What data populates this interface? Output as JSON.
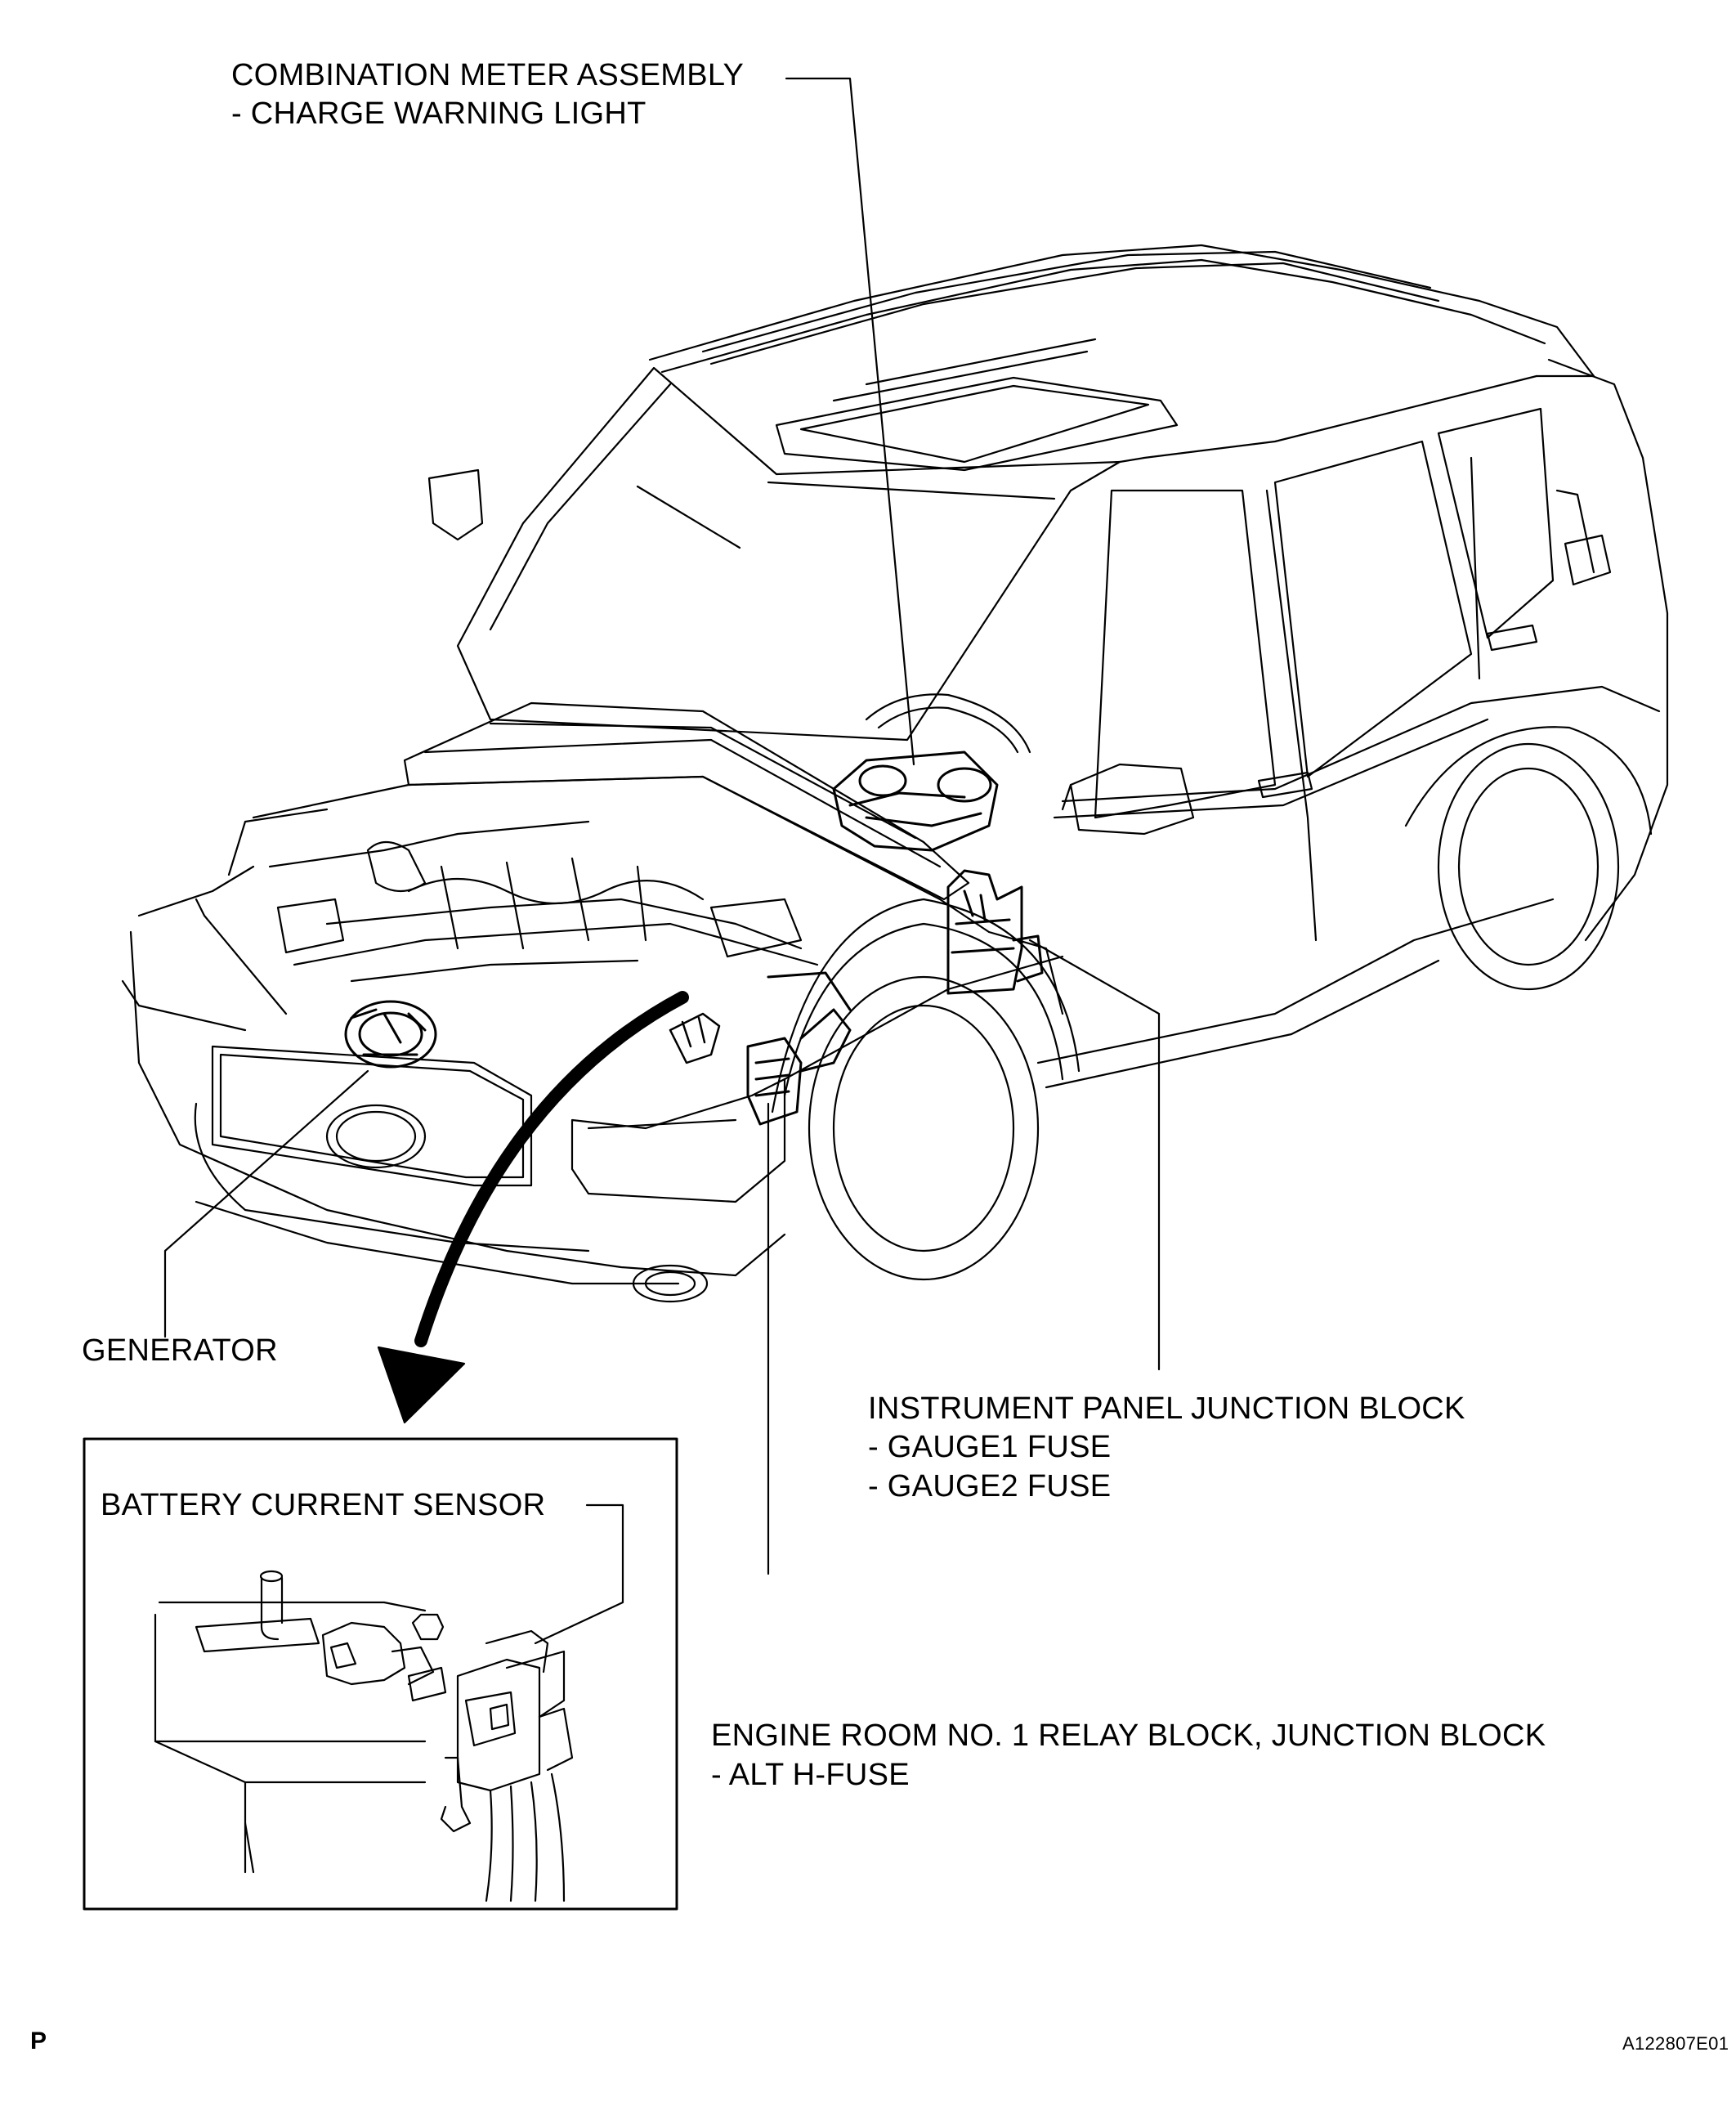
{
  "labels": {
    "combination_meter": {
      "title": "COMBINATION METER ASSEMBLY",
      "sub": "- CHARGE WARNING LIGHT"
    },
    "generator": {
      "title": "GENERATOR"
    },
    "instrument_panel_jb": {
      "title": "INSTRUMENT PANEL JUNCTION BLOCK",
      "sub1": "- GAUGE1 FUSE",
      "sub2": "- GAUGE2 FUSE"
    },
    "battery_sensor": {
      "title": "BATTERY CURRENT SENSOR"
    },
    "engine_room_rb": {
      "title": "ENGINE ROOM NO. 1 RELAY BLOCK, JUNCTION BLOCK",
      "sub": "- ALT H-FUSE"
    }
  },
  "footer": {
    "page_marker": "P",
    "figure_id": "A122807E01"
  },
  "colors": {
    "line": "#000000",
    "background": "#ffffff"
  }
}
